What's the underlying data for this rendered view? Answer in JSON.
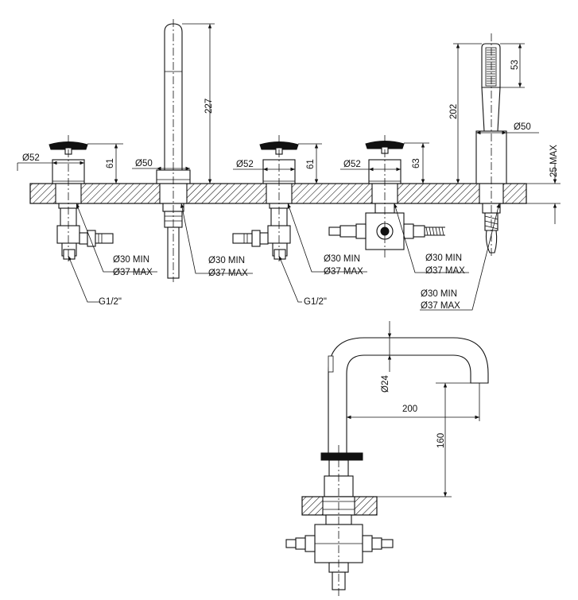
{
  "labels": {
    "d52": "Ø52",
    "d50": "Ø50",
    "d24": "Ø24",
    "h61": "61",
    "h63": "63",
    "h227": "227",
    "h202": "202",
    "h53": "53",
    "h25max": "25 MAX",
    "w200": "200",
    "h160": "160",
    "min30": "Ø30 MIN",
    "max37": "Ø37 MAX",
    "thread": "G1/2\""
  }
}
